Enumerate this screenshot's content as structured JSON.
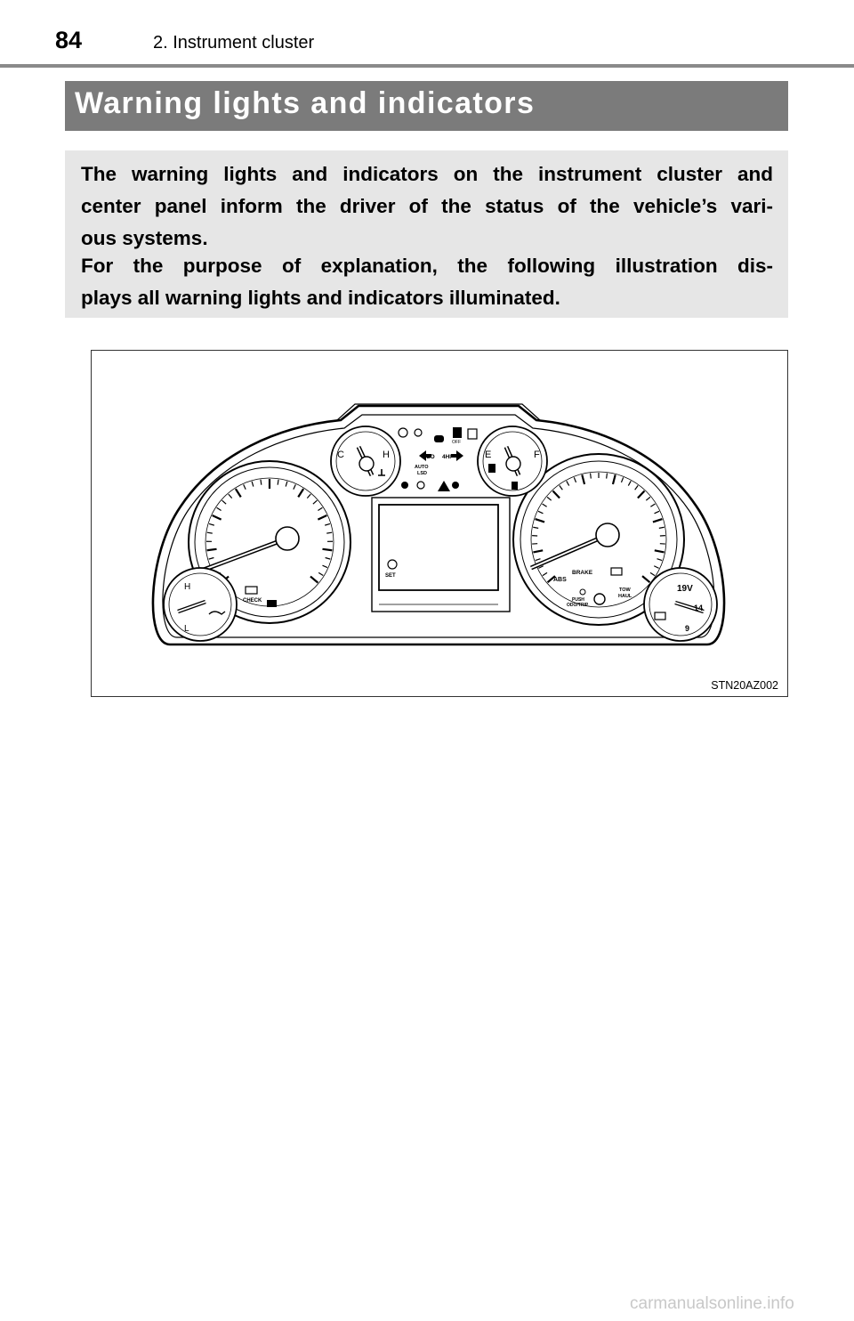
{
  "header": {
    "page_number": "84",
    "section": "2. Instrument cluster"
  },
  "title": "Warning lights and indicators",
  "intro": {
    "lines": [
      "The warning lights and indicators on the instrument cluster and",
      "center panel inform the driver of the status of the vehicle’s vari-",
      "ous systems.",
      "For the purpose of explanation, the following illustration dis-",
      "plays all warning lights and indicators illuminated."
    ]
  },
  "figure": {
    "code": "STN20AZ002",
    "labels": {
      "temp_c": "C",
      "temp_h": "H",
      "fuel_e": "E",
      "fuel_f": "F",
      "oil_h": "H",
      "oil_l": "L",
      "mode_4lo": "4LO",
      "mode_4hi": "4HI",
      "auto": "AUTO",
      "lsd": "LSD",
      "check": "CHECK",
      "set": "SET",
      "abs": "ABS",
      "brake": "BRAKE",
      "tow": "TOW",
      "haul": "HAUL",
      "push": "PUSH",
      "odotrip": "ODO/TRIP",
      "volt_19v": "19V",
      "volt_14": "14",
      "volt_9": "9",
      "off": "OFF"
    }
  },
  "watermark": "carmanualsonline.info"
}
